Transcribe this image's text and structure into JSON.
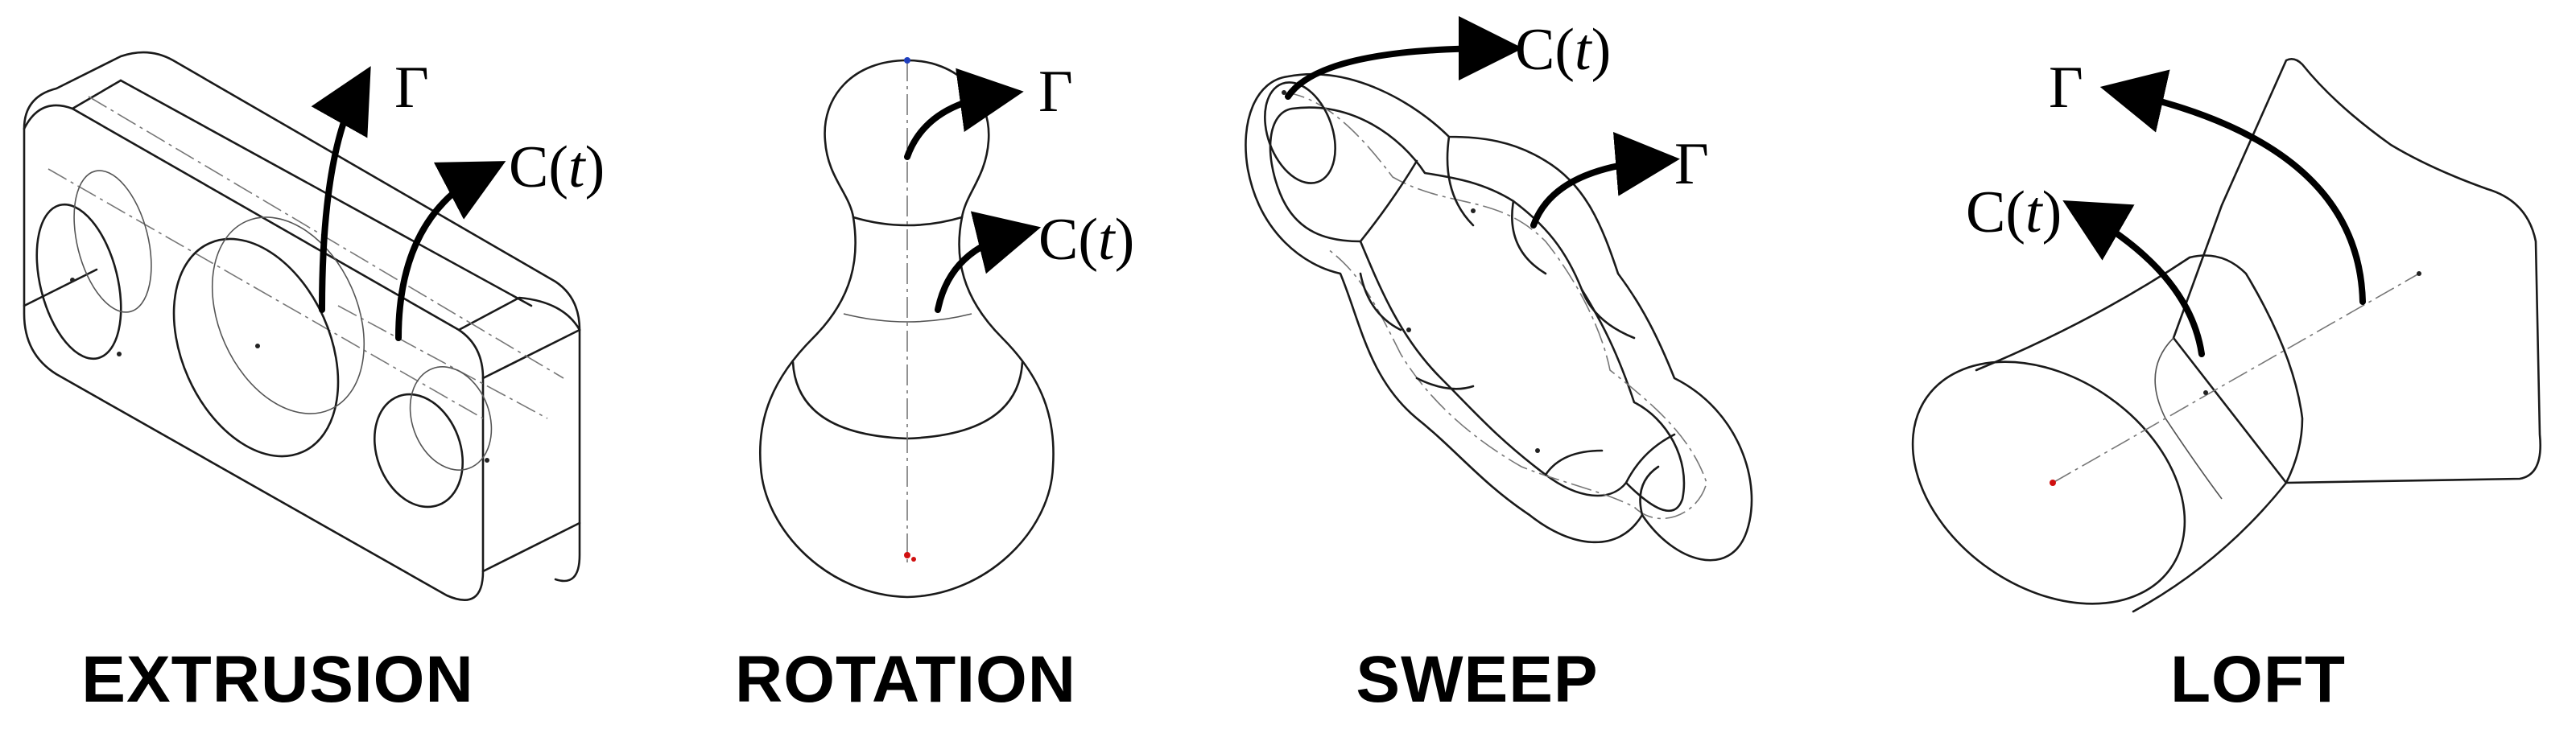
{
  "panels": [
    {
      "caption": "EXTRUSION",
      "gamma_label": "Γ",
      "curve_prefix": "C(",
      "curve_var": "t",
      "curve_suffix": ")"
    },
    {
      "caption": "ROTATION",
      "gamma_label": "Γ",
      "curve_prefix": "C(",
      "curve_var": "t",
      "curve_suffix": ")"
    },
    {
      "caption": "SWEEP",
      "gamma_label": "Γ",
      "curve_prefix": "C(",
      "curve_var": "t",
      "curve_suffix": ")"
    },
    {
      "caption": "LOFT",
      "gamma_label": "Γ",
      "curve_prefix": "C(",
      "curve_var": "t",
      "curve_suffix": ")"
    }
  ],
  "colors": {
    "stroke": "#1a1a1a",
    "arrow": "#000000",
    "axis_top_point": "#1f3fbf",
    "axis_bottom_point": "#d01010"
  }
}
